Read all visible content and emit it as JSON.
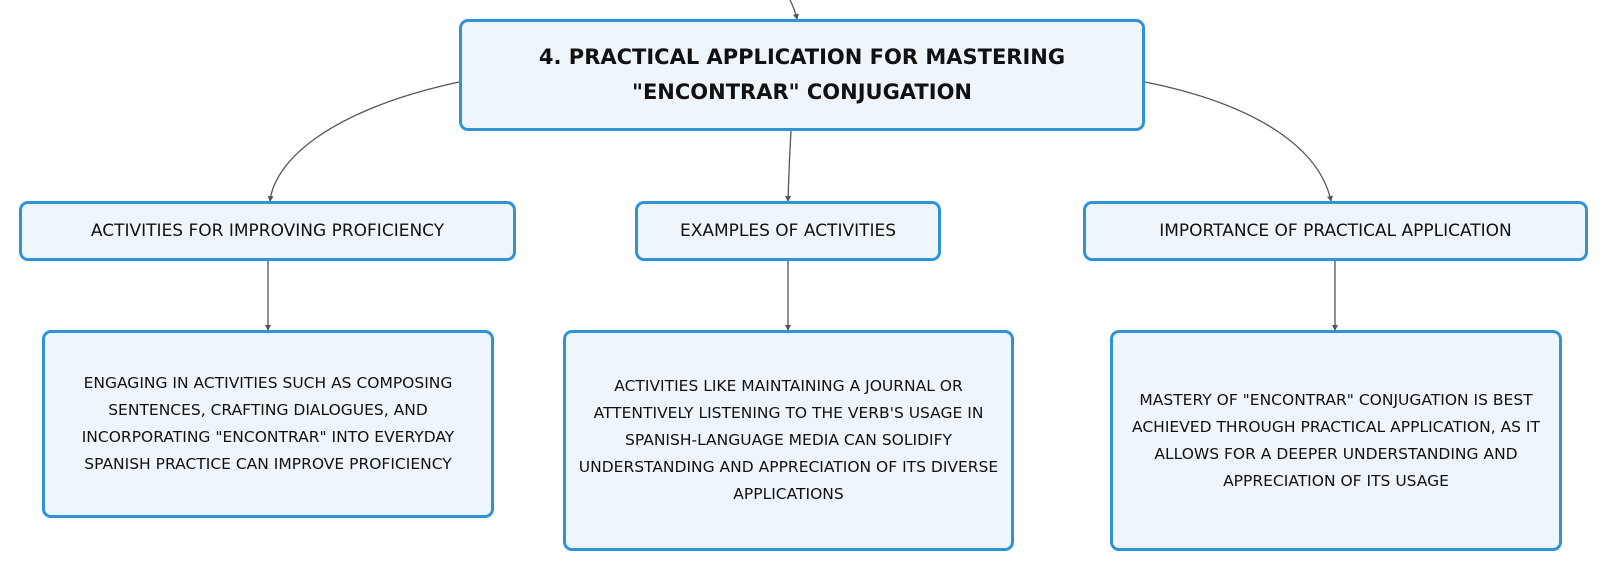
{
  "root": {
    "title": "4. PRACTICAL APPLICATION FOR MASTERING \"ENCONTRAR\" CONJUGATION"
  },
  "categories": [
    {
      "title": "ACTIVITIES FOR IMPROVING PROFICIENCY",
      "detail": "ENGAGING IN ACTIVITIES SUCH AS COMPOSING SENTENCES, CRAFTING DIALOGUES, AND INCORPORATING \"ENCONTRAR\" INTO EVERYDAY SPANISH PRACTICE CAN IMPROVE PROFICIENCY"
    },
    {
      "title": "EXAMPLES OF ACTIVITIES",
      "detail": "ACTIVITIES LIKE MAINTAINING A JOURNAL OR ATTENTIVELY LISTENING TO THE VERB'S USAGE IN SPANISH-LANGUAGE MEDIA CAN SOLIDIFY UNDERSTANDING AND APPRECIATION OF ITS DIVERSE APPLICATIONS"
    },
    {
      "title": "IMPORTANCE OF PRACTICAL APPLICATION",
      "detail": "MASTERY OF \"ENCONTRAR\" CONJUGATION IS BEST ACHIEVED THROUGH PRACTICAL APPLICATION, AS IT ALLOWS FOR A DEEPER UNDERSTANDING AND APPRECIATION OF ITS USAGE"
    }
  ],
  "colors": {
    "node_border": "#2f93d6",
    "node_fill": "#eef6fc",
    "connector": "#555555",
    "text": "#111111"
  }
}
